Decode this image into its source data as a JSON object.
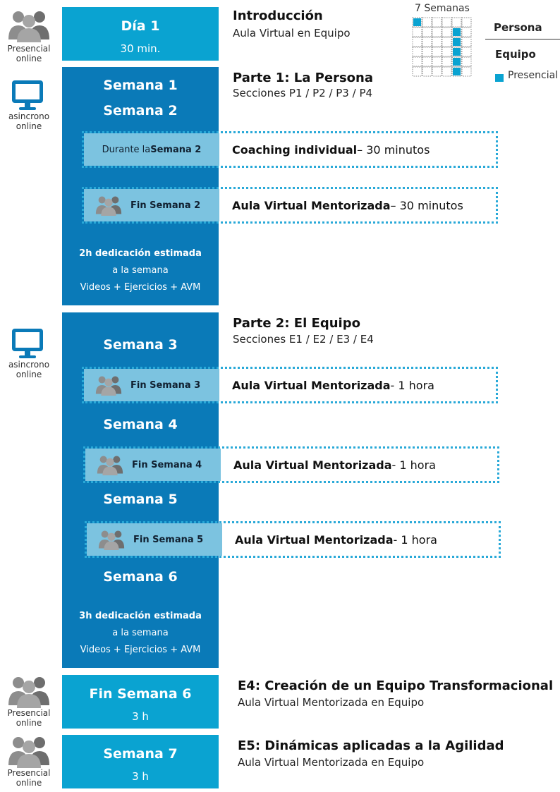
{
  "legend": {
    "title": "7 Semanas",
    "persona": "Persona",
    "equipo": "Equipo",
    "presencial": "Presencial"
  },
  "modes": {
    "presencial_online_1": "Presencial",
    "presencial_online_2": "online",
    "asincrono_1": "asincrono",
    "asincrono_2": "online"
  },
  "day1": {
    "title": "Día 1",
    "duration": "30 min.",
    "heading": "Introducción",
    "sub": "Aula Virtual en Equipo"
  },
  "part1": {
    "week1": "Semana 1",
    "week2": "Semana 2",
    "heading": "Parte 1: La Persona",
    "sub": "Secciones P1 / P2 / P3 / P4",
    "coaching_label_pre": "Durante la ",
    "coaching_label_bold": "Semana 2",
    "coaching_title": "Coaching individual",
    "coaching_dur": " – 30 minutos",
    "avm_label": "Fin Semana 2",
    "avm_title": "Aula Virtual Mentorizada",
    "avm_dur": " – 30 minutos",
    "note1": "2h dedicación estimada",
    "note2": "a la semana",
    "note3": "Videos + Ejercicios + AVM"
  },
  "part2": {
    "heading": "Parte 2: El Equipo",
    "sub": "Secciones E1 / E2 / E3 / E4",
    "week3": "Semana 3",
    "week4": "Semana 4",
    "week5": "Semana 5",
    "week6": "Semana 6",
    "s3_label": "Fin Semana 3",
    "s4_label": "Fin Semana 4",
    "s5_label": "Fin Semana 5",
    "avm_title": "Aula Virtual Mentorizada",
    "avm_dur": " - 1 hora",
    "note1": "3h dedicación estimada",
    "note2": "a la semana",
    "note3": "Videos + Ejercicios + AVM"
  },
  "e4": {
    "title": "Fin Semana 6",
    "duration": "3 h",
    "heading": "E4: Creación de un Equipo Transformacional",
    "sub": "Aula Virtual Mentorizada en Equipo"
  },
  "e5": {
    "title": "Semana 7",
    "duration": "3 h",
    "heading": "E5: Dinámicas aplicadas a la Agilidad",
    "sub": "Aula Virtual Mentorizada en Equipo"
  },
  "colors": {
    "light_block": "#0aa3d1",
    "dark_block": "#0a7ab8",
    "session_label": "#7cc3e0",
    "dotted_border": "#29a9d8"
  }
}
